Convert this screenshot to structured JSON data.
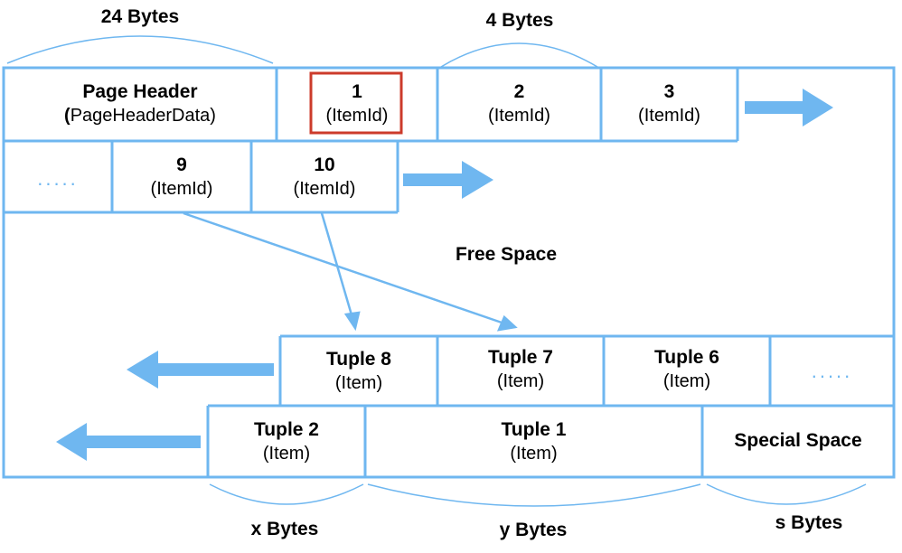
{
  "header": {
    "title": "Page Header",
    "subtitle_bold_prefix": "(",
    "subtitle_rest": "PageHeaderData)"
  },
  "item_ids": [
    {
      "num": "1",
      "sub": "(ItemId)"
    },
    {
      "num": "2",
      "sub": "(ItemId)"
    },
    {
      "num": "3",
      "sub": "(ItemId)"
    },
    {
      "num": "9",
      "sub": "(ItemId)"
    },
    {
      "num": "10",
      "sub": "(ItemId)"
    }
  ],
  "dots": ".....",
  "free_space": "Free Space",
  "tuples": [
    {
      "title": "Tuple 8",
      "sub": "(Item)"
    },
    {
      "title": "Tuple 7",
      "sub": "(Item)"
    },
    {
      "title": "Tuple 6",
      "sub": "(Item)"
    },
    {
      "title": "Tuple 2",
      "sub": "(Item)"
    },
    {
      "title": "Tuple 1",
      "sub": "(Item)"
    }
  ],
  "special_space": "Special Space",
  "sizes": {
    "header": "24 Bytes",
    "item_id": "4 Bytes",
    "x": "x Bytes",
    "y": "y Bytes",
    "s": "s Bytes"
  },
  "colors": {
    "line": "#6fb7f0",
    "highlight": "#cc3b2b"
  }
}
